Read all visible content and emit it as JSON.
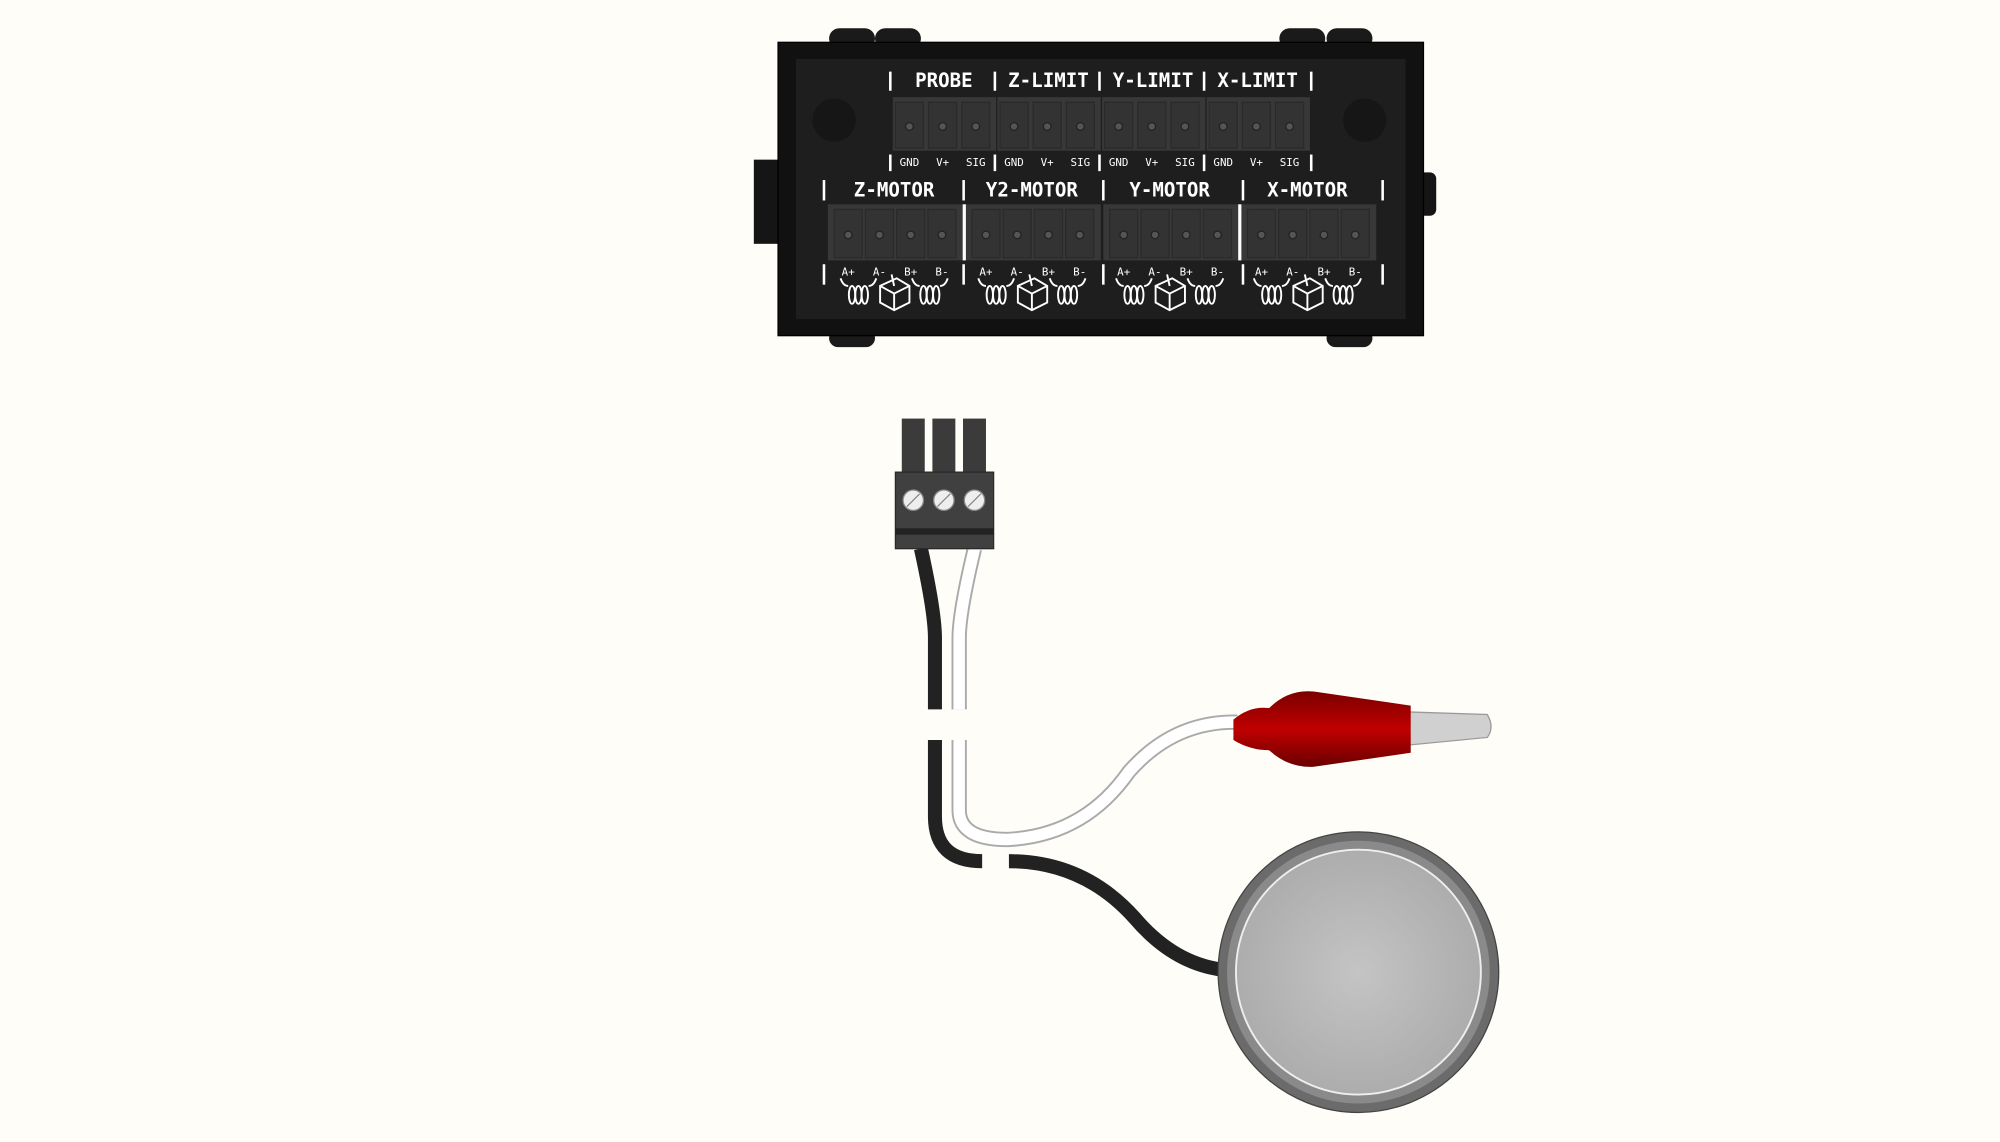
{
  "board": {
    "limit_groups": [
      {
        "label": "PROBE",
        "pins": [
          "GND",
          "V+",
          "SIG"
        ]
      },
      {
        "label": "Z-LIMIT",
        "pins": [
          "GND",
          "V+",
          "SIG"
        ]
      },
      {
        "label": "Y-LIMIT",
        "pins": [
          "GND",
          "V+",
          "SIG"
        ]
      },
      {
        "label": "X-LIMIT",
        "pins": [
          "GND",
          "V+",
          "SIG"
        ]
      }
    ],
    "motor_groups": [
      {
        "label": "Z-MOTOR",
        "pins": [
          "A+",
          "A-",
          "B+",
          "B-"
        ]
      },
      {
        "label": "Y2-MOTOR",
        "pins": [
          "A+",
          "A-",
          "B+",
          "B-"
        ]
      },
      {
        "label": "Y-MOTOR",
        "pins": [
          "A+",
          "A-",
          "B+",
          "B-"
        ]
      },
      {
        "label": "X-MOTOR",
        "pins": [
          "A+",
          "A-",
          "B+",
          "B-"
        ]
      }
    ]
  },
  "colors": {
    "background": "#fffdf8",
    "board": "#1c1c1c",
    "connector": "#3a3a3a",
    "clip_red": "#b00000",
    "wire_black": "#222222",
    "wire_white": "#ffffff",
    "probe_plate": "#b5b5b5"
  }
}
